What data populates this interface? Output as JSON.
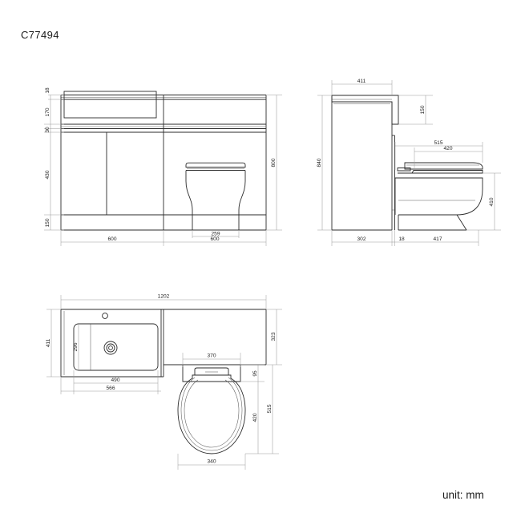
{
  "drawing": {
    "title": "C77494",
    "unit_label": "unit: mm",
    "line_color": "#2b2b2b",
    "dim_color": "#9a9a9a",
    "background": "#ffffff"
  },
  "views": {
    "front_elevation": {
      "name": "front-elevation",
      "dimensions": {
        "top_counter_thickness": "18",
        "drawer_height": "170",
        "counter_gap": "30",
        "door_height": "430",
        "plinth_height": "150",
        "overall_height": "800",
        "cabinet_width": "600",
        "toilet_pan_width": "259",
        "toilet_unit_width": "600"
      }
    },
    "side_elevation": {
      "name": "side-elevation",
      "dimensions": {
        "counter_depth": "411",
        "upstand_depth": "150",
        "toilet_overall_depth": "515",
        "seat_depth": "420",
        "overall_height": "840",
        "pan_height": "410",
        "cabinet_depth": "302",
        "panel_thickness": "18",
        "toilet_depth": "417"
      }
    },
    "plan_view": {
      "name": "plan-view",
      "dimensions": {
        "overall_width": "1202",
        "basin_unit_depth": "411",
        "basin_bowl_depth": "296",
        "basin_bowl_width": "490",
        "basin_width": "566",
        "worktop_depth": "323",
        "cistern_width": "370",
        "cistern_depth": "95",
        "seat_depth": "420",
        "toilet_overall_depth": "515",
        "toilet_width": "340"
      }
    }
  }
}
